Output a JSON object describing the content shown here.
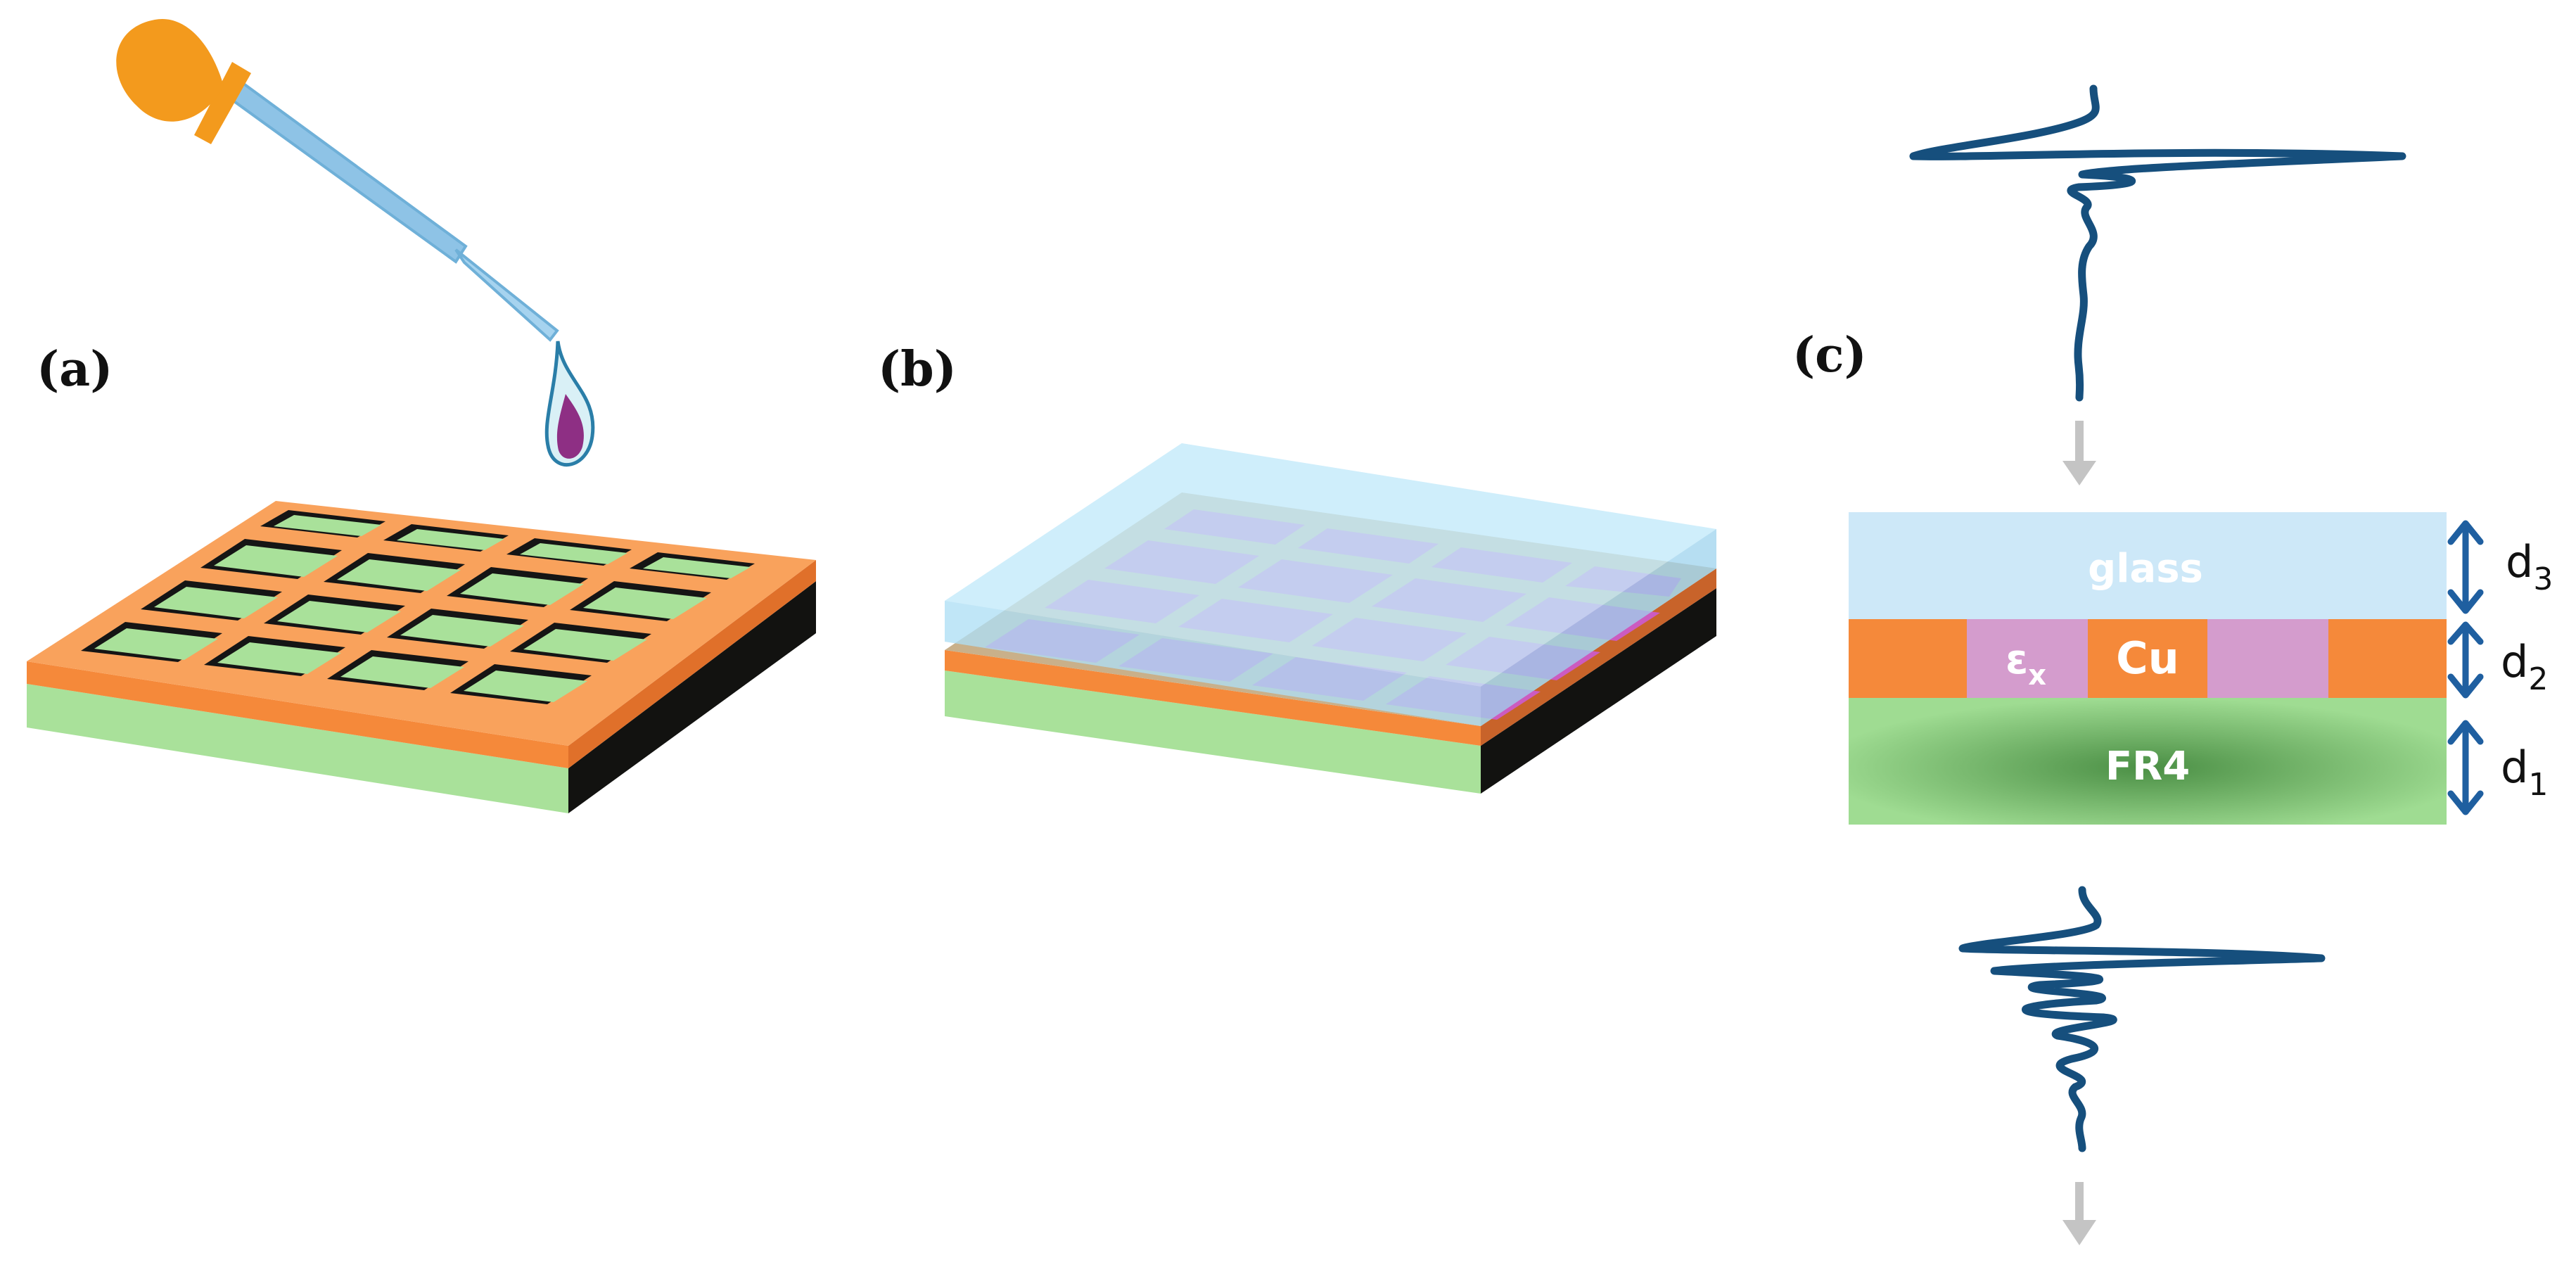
{
  "panels": {
    "a": {
      "label": "(a)"
    },
    "b": {
      "label": "(b)"
    },
    "c": {
      "label": "(c)",
      "layers": {
        "glass": "glass",
        "permittivity_symbol": "ε",
        "permittivity_sub": "x",
        "copper": "Cu",
        "substrate": "FR4"
      },
      "thickness": [
        {
          "symbol": "d",
          "sub": "3"
        },
        {
          "symbol": "d",
          "sub": "2"
        },
        {
          "symbol": "d",
          "sub": "1"
        }
      ]
    }
  },
  "colors": {
    "copper": "#f5893a",
    "copper_light": "#f9a25c",
    "substrate": "#a9e19a",
    "substrate_dark": "#4f9447",
    "glass": "#cde8f8",
    "glass_edge": "#9cd3ef",
    "magenta_fill": "#cc5bc0",
    "lilac_fill": "#d49ccd",
    "wave": "#164f7d",
    "arrow_gray": "#c4c4c4",
    "dropper_bulb": "#f39a1d",
    "dropper_tube": "#8ec3e6"
  },
  "icons": {
    "dropper": "pipette-icon",
    "drop": "droplet-icon",
    "wave_in": "incident-pulse",
    "wave_out": "transmitted-pulse"
  }
}
